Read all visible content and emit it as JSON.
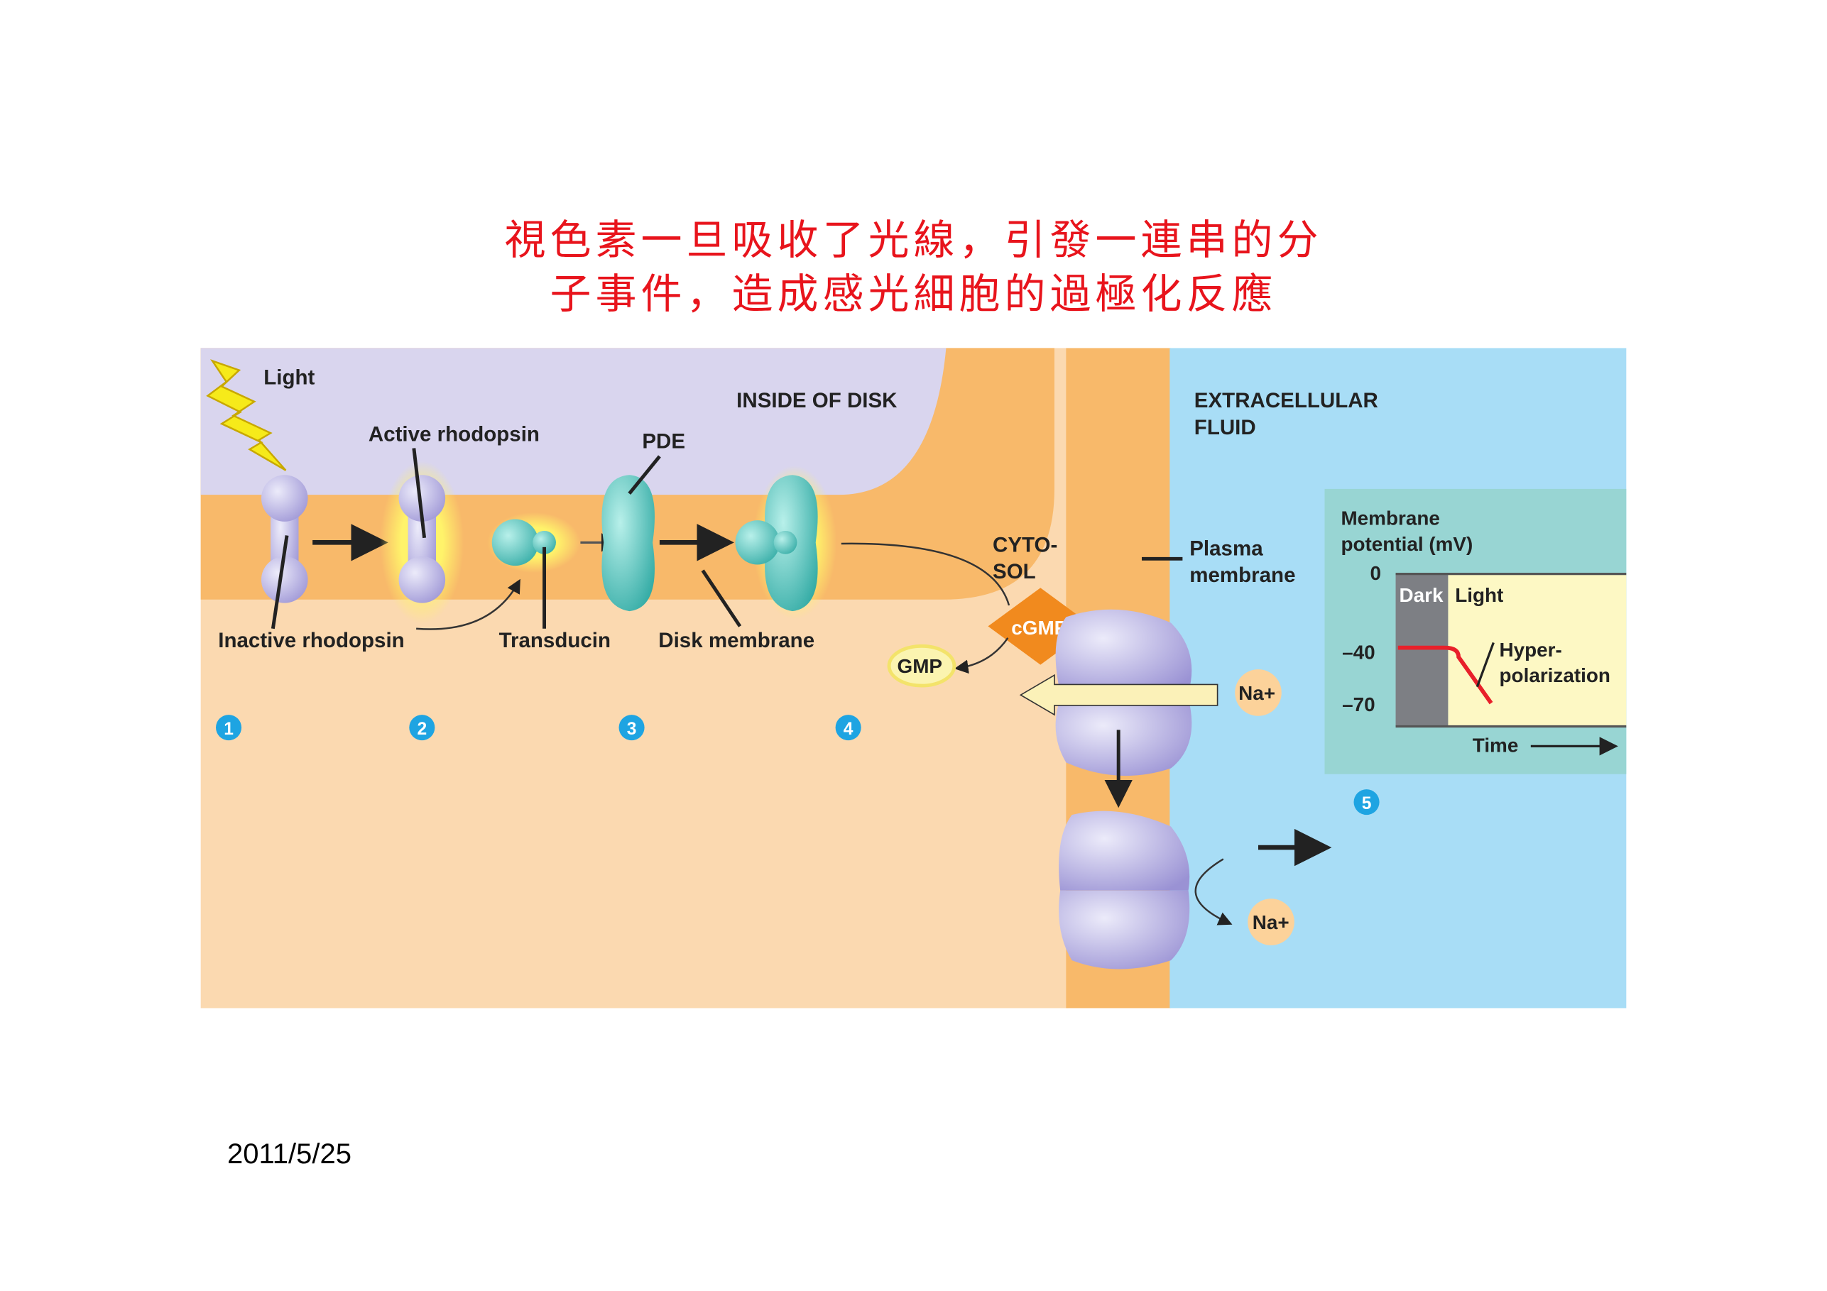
{
  "title": {
    "line1": "視色素一旦吸收了光線，引發一連串的分",
    "line2": "子事件，造成感光細胞的過極化反應"
  },
  "date": "2011/5/25",
  "diagram": {
    "labels": {
      "light": "Light",
      "active_rhodopsin": "Active rhodopsin",
      "inside_of_disk": "INSIDE OF DISK",
      "pde": "PDE",
      "inactive_rhodopsin": "Inactive rhodopsin",
      "transducin": "Transducin",
      "disk_membrane": "Disk membrane",
      "cytosol_1": "CYTO-",
      "cytosol_2": "SOL",
      "cgmp": "cGMP",
      "gmp": "GMP",
      "extracellular_1": "EXTRACELLULAR",
      "extracellular_2": "FLUID",
      "plasma_1": "Plasma",
      "plasma_2": "membrane",
      "na_in": "Na+",
      "na_out": "Na+"
    },
    "steps": [
      "1",
      "2",
      "3",
      "4",
      "5"
    ],
    "colors": {
      "cytosol": "#fbd9b0",
      "disk_inside": "#d9d5ee",
      "membrane": "#f8b96a",
      "extracellular": "#a8ddf6",
      "graph_panel": "#98d5d3",
      "step_badge": "#1ea4e2"
    }
  },
  "chart_data": {
    "type": "line",
    "ylabel_1": "Membrane",
    "ylabel_2": "potential (mV)",
    "xlabel": "Time",
    "yticks": [
      "0",
      "–40",
      "–70"
    ],
    "ylim": [
      0,
      -85
    ],
    "regions": [
      "Dark",
      "Light"
    ],
    "annotation_1": "Hyper-",
    "annotation_2": "polarization",
    "series": [
      {
        "color": "#e8202a",
        "points": [
          [
            0,
            -40
          ],
          [
            0.5,
            -40
          ],
          [
            0.65,
            -45
          ],
          [
            1.0,
            -70
          ]
        ]
      }
    ]
  }
}
